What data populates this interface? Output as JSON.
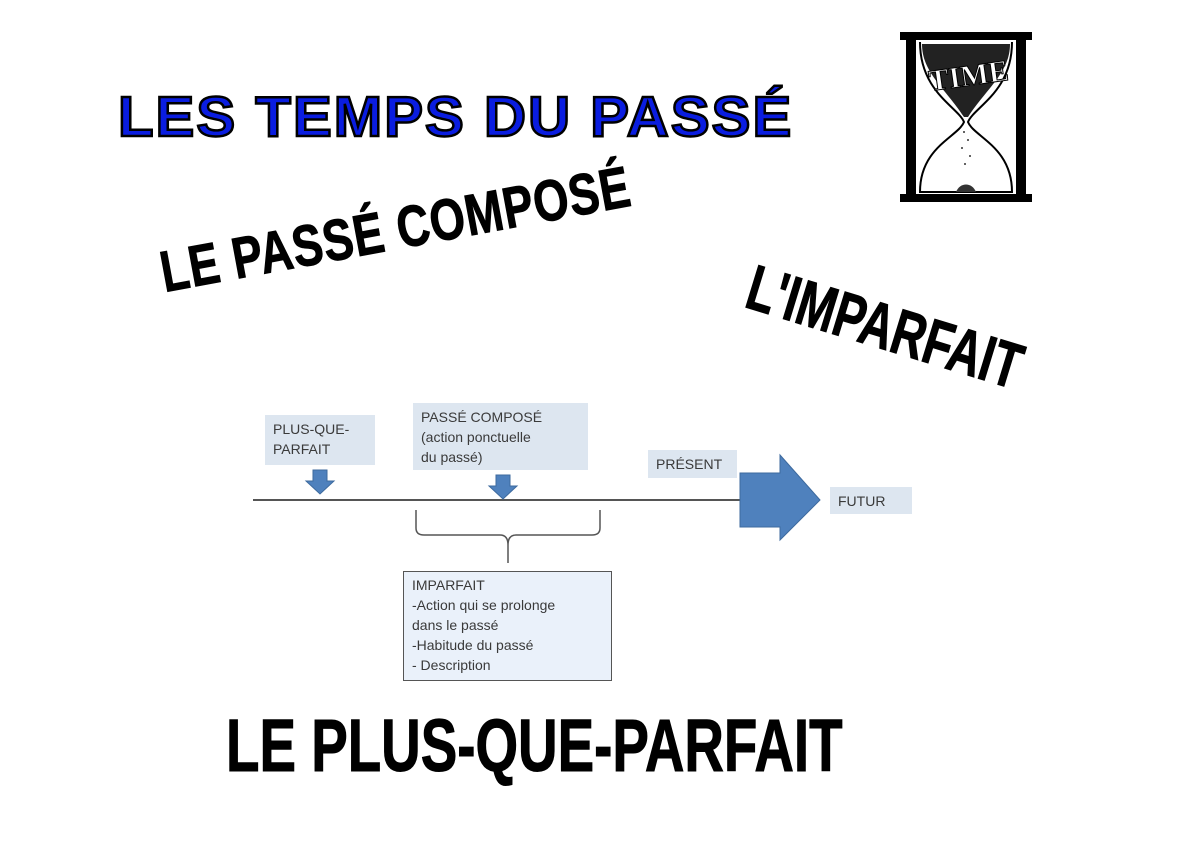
{
  "header": {
    "title": "LES TEMPS DU PASSÉ"
  },
  "logo": {
    "text": "TIME",
    "icon": "hourglass-icon"
  },
  "wordart": {
    "passe_compose": "LE PASSÉ COMPOSÉ",
    "imparfait": "L'IMPARFAIT",
    "plus_que_parfait": "LE PLUS-QUE-PARFAIT"
  },
  "diagram": {
    "plus_que_parfait": [
      "PLUS-QUE-",
      "PARFAIT"
    ],
    "passe_compose": [
      "PASSÉ COMPOSÉ",
      "(action ponctuelle",
      "du passé)"
    ],
    "present": "PRÉSENT",
    "futur": "FUTUR",
    "imparfait": [
      "IMPARFAIT",
      "-Action qui se prolonge",
      "dans le passé",
      "-Habitude du passé",
      "- Description"
    ],
    "colors": {
      "arrow": "#4f81bd",
      "label_bg": "#dde6f0",
      "line": "#555555"
    }
  }
}
